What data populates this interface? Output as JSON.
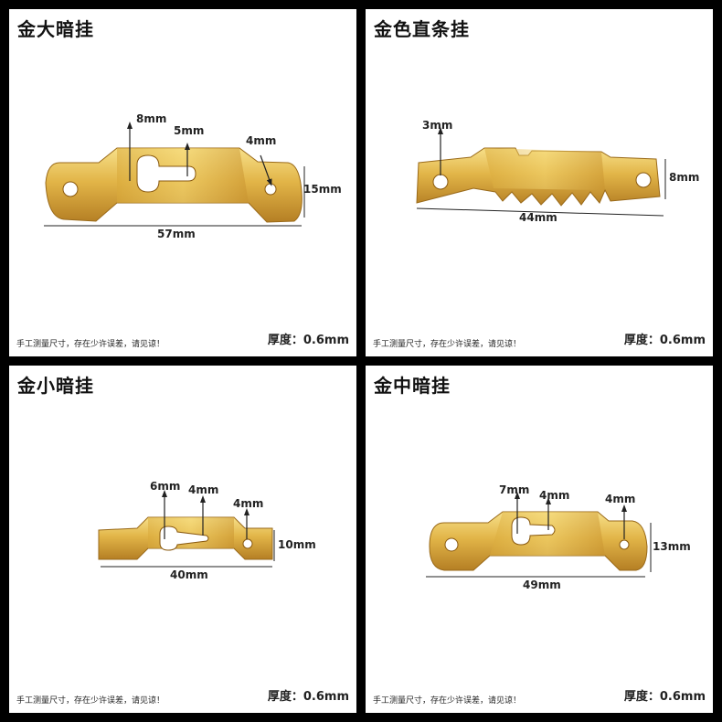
{
  "colors": {
    "brass_light": "#f3d36a",
    "brass_mid": "#d9a93a",
    "brass_dark": "#a6721c",
    "line": "#222222"
  },
  "panels": [
    {
      "title": "金大暗挂",
      "note": "手工测量尺寸，存在少许误差，请见谅！",
      "thickness": "厚度：0.6mm",
      "dims": [
        "8mm",
        "5mm",
        "4mm",
        "15mm",
        "57mm"
      ]
    },
    {
      "title": "金色直条挂",
      "note": "手工测量尺寸，存在少许误差，请见谅！",
      "thickness": "厚度：0.6mm",
      "dims": [
        "3mm",
        "8mm",
        "44mm"
      ]
    },
    {
      "title": "金小暗挂",
      "note": "手工测量尺寸，存在少许误差，请见谅！",
      "thickness": "厚度：0.6mm",
      "dims": [
        "6mm",
        "4mm",
        "4mm",
        "10mm",
        "40mm"
      ]
    },
    {
      "title": "金中暗挂",
      "note": "手工测量尺寸，存在少许误差，请见谅！",
      "thickness": "厚度：0.6mm",
      "dims": [
        "7mm",
        "4mm",
        "4mm",
        "13mm",
        "49mm"
      ]
    }
  ]
}
